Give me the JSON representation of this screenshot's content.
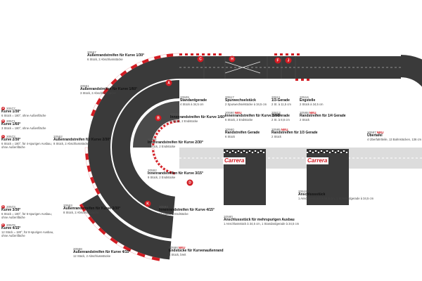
{
  "colors": {
    "track": "#3a3a3a",
    "track_light": "#c9c9c9",
    "curb_red": "#d21b22",
    "curb_white": "#ffffff",
    "lane_line": "#e8e8e8",
    "accent": "#d21b22"
  },
  "logo_text": "Carrera",
  "markers": [
    "C",
    "H",
    "J",
    "F",
    "A",
    "B",
    "D",
    "K"
  ],
  "parts": {
    "p20567": {
      "number": "20567",
      "name": "Außenrandstreifen für Kurve 1/30°",
      "note": "6 Stück, 2 Abschlussstücke"
    },
    "p20561_top": {
      "number": "20561",
      "name": "Außenrandstreifen für Kurve 1/60°",
      "note": "3 Stück, 2 Abschlussstücke"
    },
    "p20509": {
      "number": "20509",
      "name": "Standardgerade",
      "note": "4 Stück à 34,5 cm"
    },
    "p20517": {
      "number": "20517",
      "name": "Spurwechselstück",
      "note": "2 Spurwechselstücke à 34,5 cm"
    },
    "p20611": {
      "number": "20611",
      "name": "1/3-Gerade",
      "note": "2 St. à 11,5 cm"
    },
    "p20516": {
      "number": "20516",
      "name": "Engstelle",
      "note": "2 Stück à 34,5 cm"
    },
    "p20551": {
      "number": "20551",
      "name": "Innenrandstreifen für Kurve 1/60°",
      "note": "5 Stück, 2 Endstücke"
    },
    "p20590": {
      "number": "20590",
      "new": "NEU",
      "name": "Innenrandstreifen für Kurve 1/30°",
      "note": "6 Stück, 2 Endstücke"
    },
    "p20612": {
      "number": "20612",
      "name": "1/4-Gerade",
      "note": "2 St. à 8,6 cm"
    },
    "p20588": {
      "number": "20588",
      "new": "NEU",
      "name": "Randstreifen für 1/4 Gerade",
      "note": "2 Stück"
    },
    "p20560": {
      "number": "20560",
      "name": "Randstreifen Gerade",
      "note": "6 Stück"
    },
    "p20585": {
      "number": "20585",
      "new": "NEU",
      "name": "Randstreifen für 1/3 Gerade",
      "note": "2 Stück"
    },
    "p20587": {
      "number": "20587",
      "new": "NEU",
      "name": "Übertafel",
      "note": "4 Überfahrtteile, 13 Bahnstücken, 136 cm"
    },
    "p20562": {
      "number": "20562",
      "name": "Außenrandstreifen für Kurve 2/30°",
      "note": "8 Stück, 2 Abschlussstücke"
    },
    "p20591": {
      "number": "20591",
      "name": "Innenrandstreifen für Kurve 2/30°",
      "note": "8 Stück, 2 Endstücke"
    },
    "p20592": {
      "number": "20592",
      "name": "Innenrandstreifen für Kurve 3/15°",
      "note": "9 Stück, 2 Endstücke"
    },
    "p20593_lower": {
      "number": "20593",
      "name": "Innenrandstreifen für Kurve 4/15°",
      "note": "12 Stück, 2 Endstücke"
    },
    "p20563": {
      "number": "20563",
      "name": "Außenrandstreifen für Kurve 3/30°",
      "note": "8 Stück, 2 Abschlussstücke"
    },
    "p20580": {
      "number": "20580",
      "name": "Anschlussstück für mehrspurigen Ausbau",
      "note": "1 Anschlussstück à 34,5 cm, 1 Standardgerade à 34,5 cm"
    },
    "p20515": {
      "number": "20515",
      "name": "Anschlussstück",
      "note": "1 Anschlussstück à 34,5 cm, 1 Standardgerade à 34,5 cm"
    },
    "p20568": {
      "number": "20568",
      "name": "Außenrandstreifen für Kurve 4/15°",
      "note": "12 Stück, 2 Abschlussstücke"
    },
    "p20598": {
      "number": "20598",
      "new": "NEU",
      "name": "Endstücke für Kurvenaußenrand",
      "note": "4 Stück, breit"
    }
  },
  "legend": [
    {
      "marker": "A",
      "number": "20577",
      "name": "Kurve 1/30°",
      "note": "6 Stück = 180°, ohne Außenfläche"
    },
    {
      "marker": "B",
      "number": "20571",
      "name": "Kurve 1/60°",
      "note": "3 Stück = 180°, ohne Außenfläche"
    },
    {
      "marker": "C",
      "number": "20572",
      "name": "Kurve 2/30°",
      "note": "6 Stück = 180°, für 4-spurigen Ausbau, ohne Außenfläche"
    },
    {
      "marker": "D",
      "number": "20573",
      "name": "Kurve 3/30°",
      "note": "6 Stück = 180°, für 6-spurigen Ausbau, ohne Außenfläche"
    },
    {
      "marker": "E",
      "number": "20576",
      "name": "Kurve 4/15°",
      "note": "12 Stück = 180°, für 8-spurigen Ausbau, ohne Außenfläche"
    }
  ]
}
